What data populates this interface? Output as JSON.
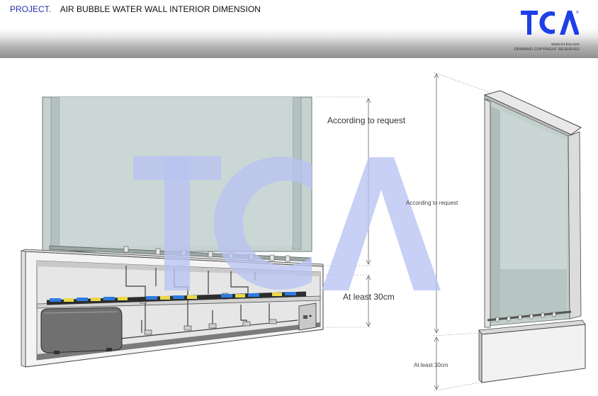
{
  "header": {
    "project_label": "PROJECT.",
    "project_title": "AIR BUBBLE WATER WALL INTERIOR DIMENSION"
  },
  "logo": {
    "brand": "TCA",
    "website": "www.tcl-tca.com",
    "copyright": "DRAWING COPYRIGHT RESERVED",
    "color": "#1e40e6"
  },
  "watermark": {
    "text": "TCA",
    "color": "#b8c3f2"
  },
  "left_view": {
    "height_note": "According to request",
    "base_note": "At least 30cm"
  },
  "right_view": {
    "height_note": "According to request",
    "base_note": "At least 30cm"
  },
  "colors": {
    "glass": "#c2cfcd",
    "glass_dark": "#a9b8b6",
    "frame": "#e8e8e8",
    "led_blue": "#2e7be0",
    "led_yellow": "#e8d84a"
  }
}
